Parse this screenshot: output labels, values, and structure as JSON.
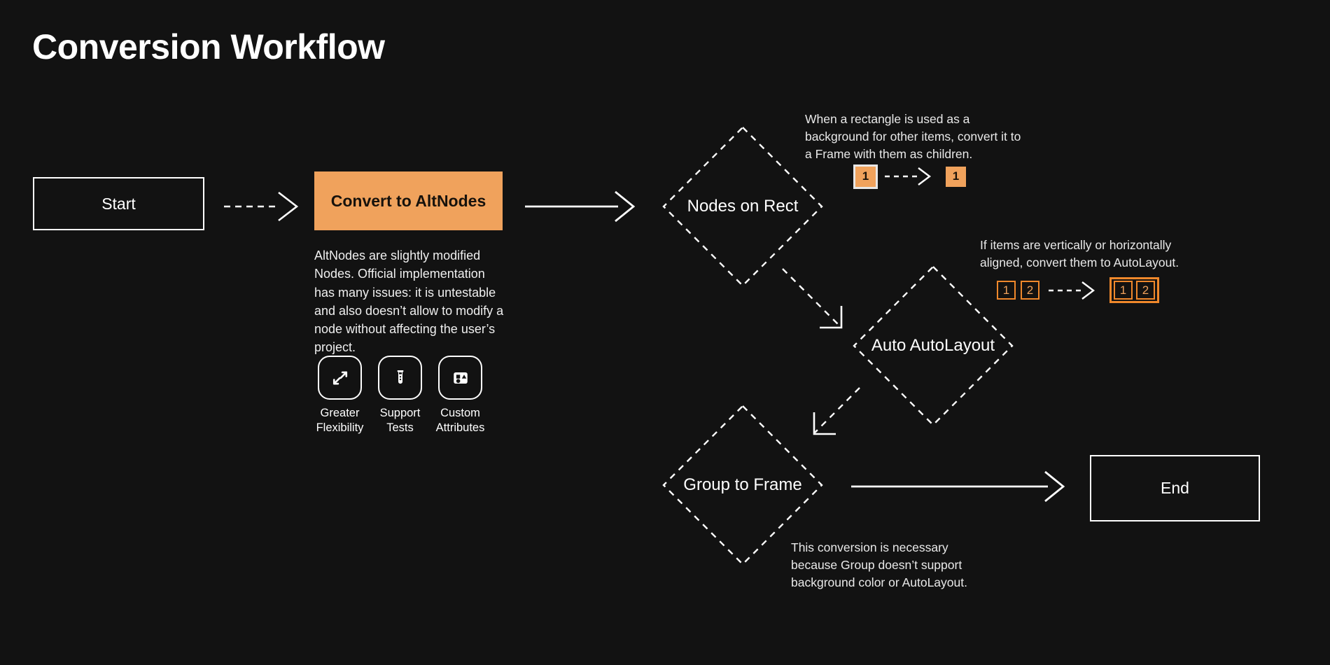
{
  "page": {
    "title": "Conversion Workflow",
    "background_color": "#121212",
    "accent_color": "#F0A25C",
    "accent_border_color": "#F0882B",
    "text_color": "#ffffff"
  },
  "nodes": {
    "start": {
      "label": "Start",
      "shape": "rectangle"
    },
    "convert": {
      "label": "Convert to AltNodes",
      "shape": "rectangle",
      "fill": "#F0A25C"
    },
    "nodes_on_rect": {
      "label": "Nodes on Rect",
      "shape": "diamond"
    },
    "auto_autolayout": {
      "label": "Auto AutoLayout",
      "shape": "diamond"
    },
    "group_to_frame": {
      "label": "Group to Frame",
      "shape": "diamond"
    },
    "end": {
      "label": "End",
      "shape": "rectangle"
    }
  },
  "descriptions": {
    "convert": "AltNodes are slightly modified Nodes. Official implementation has many issues: it is untestable and also doesn’t allow to modify a node without affecting the user’s project.",
    "nodes_on_rect": "When a rectangle is used as a background for other items, convert it to a Frame with them as children.",
    "auto_autolayout": "If items are vertically or horizontally aligned, convert them to AutoLayout.",
    "group_to_frame": "This conversion is necessary because Group doesn’t support background color or AutoLayout."
  },
  "features": [
    {
      "icon": "expand-arrows-icon",
      "label": "Greater\nFlexibility"
    },
    {
      "icon": "test-tube-icon",
      "label": "Support\nTests"
    },
    {
      "icon": "shapes-attributes-icon",
      "label": "Custom\nAttributes"
    }
  ],
  "badge_illustrations": {
    "nodes_on_rect": {
      "before": [
        "1"
      ],
      "after": [
        "1"
      ],
      "arrow": "dashed-arrow-right"
    },
    "auto_autolayout": {
      "before": [
        "1",
        "2"
      ],
      "after": [
        "1",
        "2"
      ],
      "arrow": "dashed-arrow-right"
    }
  },
  "edges": [
    {
      "from": "start",
      "to": "convert",
      "style": "dashed",
      "head": "chevron"
    },
    {
      "from": "convert",
      "to": "nodes_on_rect",
      "style": "solid",
      "head": "chevron"
    },
    {
      "from": "nodes_on_rect",
      "to": "auto_autolayout",
      "style": "dashed",
      "head": "corner"
    },
    {
      "from": "auto_autolayout",
      "to": "group_to_frame",
      "style": "dashed",
      "head": "corner"
    },
    {
      "from": "group_to_frame",
      "to": "end",
      "style": "solid",
      "head": "chevron"
    }
  ]
}
